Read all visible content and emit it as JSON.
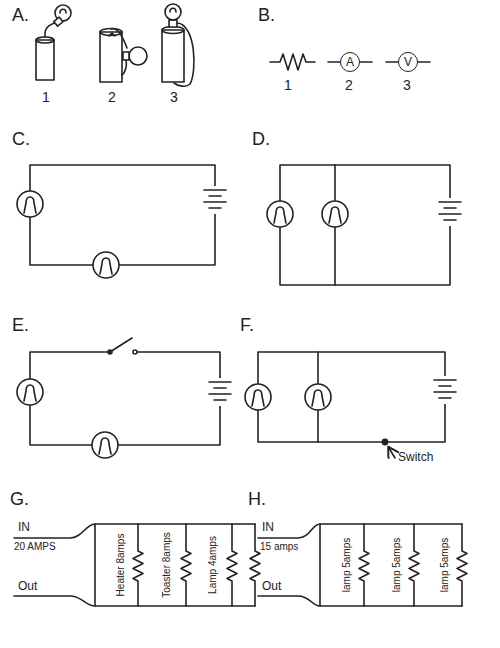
{
  "diagram": {
    "nodes": [
      {
        "text": [
          "A"
        ]
      },
      {
        "text": [
          "V"
        ]
      }
    ],
    "labels": [
      "A.",
      "1",
      "2",
      "3",
      "B.",
      "1",
      "2",
      "3",
      "C.",
      "D.",
      "E.",
      "F.",
      "Switch",
      "G.",
      "IN",
      "20 AMPS",
      "Out",
      "Heater 8amps",
      "Toaster 8amps",
      "Lamp 4amps",
      "H.",
      "IN",
      "15 amps",
      "Out",
      "lamp 5amps",
      "lamp 5amps",
      "lamp 5amps"
    ]
  }
}
